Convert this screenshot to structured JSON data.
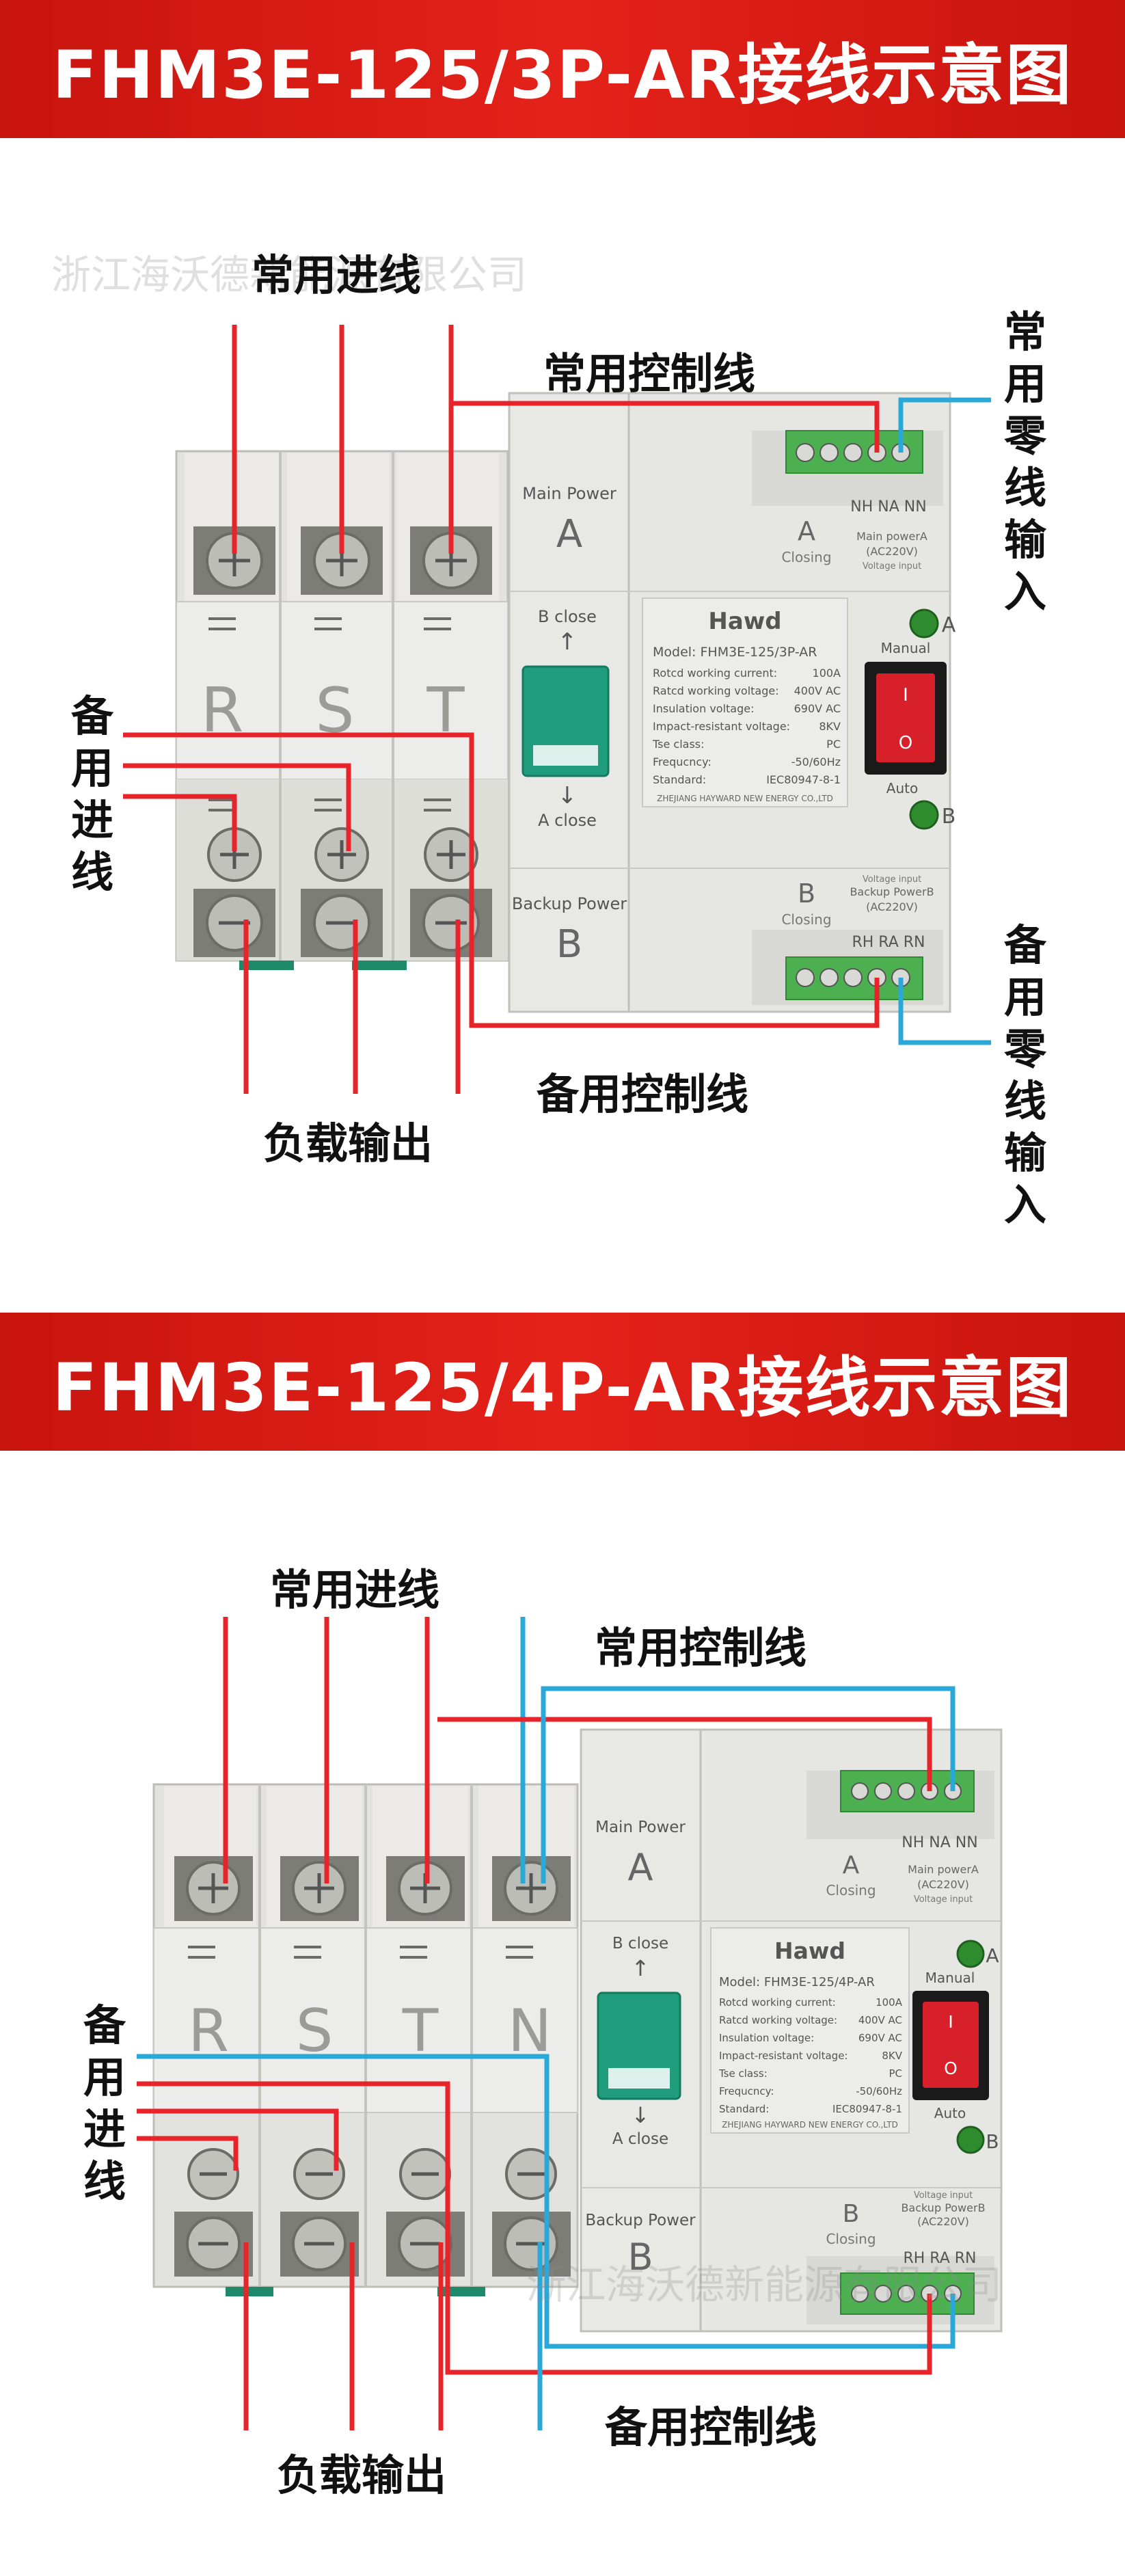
{
  "section1": {
    "title": "FHM3E-125/3P-AR接线示意图",
    "watermark": "浙江海沃德新能源有限公司",
    "labels": {
      "main_input": "常用进线",
      "main_control": "常用控制线",
      "main_neutral": "常用零线输入",
      "backup_input": "备用进线",
      "backup_neutral": "备用零线输入",
      "backup_control": "备用控制线",
      "load_output": "负载输出"
    },
    "phases": [
      "R",
      "S",
      "T"
    ],
    "device": {
      "main_power": "Main Power",
      "a": "A",
      "b": "B",
      "b_close": "B close",
      "a_close": "A close",
      "backup_power": "Backup Power",
      "closing": "Closing",
      "main_terminals": "NH NA NN",
      "main_terminal_note": "(AC220V)",
      "main_power_a": "Main powerA",
      "voltage_input": "Voltage input",
      "backup_power_b": "Backup PowerB",
      "backup_terminals": "RH RA RN",
      "brand": "Hawd",
      "model": "Model:  FHM3E-125/3P-AR",
      "spec_labels": [
        "Rotcd working current:",
        "Ratcd working voltage:",
        "Insulation voltage:",
        "Impact-resistant voltage:",
        "Tse class:",
        "Frequcncy:",
        "Standard:"
      ],
      "spec_values": [
        "100A",
        "400V AC",
        "690V AC",
        "8KV",
        "PC",
        "-50/60Hz",
        "IEC80947-8-1"
      ],
      "company": "ZHEJIANG HAYWARD NEW ENERGY CO.,LTD",
      "manual": "Manual",
      "auto": "Auto",
      "switch_i": "I",
      "switch_o": "O",
      "ind_a": "A",
      "ind_b": "B"
    }
  },
  "section2": {
    "title": "FHM3E-125/4P-AR接线示意图",
    "watermark": "浙江海沃德新能源有限公司",
    "labels": {
      "main_input": "常用进线",
      "main_control": "常用控制线",
      "backup_input": "备用进线",
      "backup_control": "备用控制线",
      "load_output": "负载输出"
    },
    "phases": [
      "R",
      "S",
      "T",
      "N"
    ],
    "device": {
      "main_power": "Main Power",
      "a": "A",
      "b": "B",
      "b_close": "B close",
      "a_close": "A close",
      "backup_power": "Backup Power",
      "closing": "Closing",
      "main_terminals": "NH NA NN",
      "main_terminal_note": "(AC220V)",
      "main_power_a": "Main powerA",
      "voltage_input": "Voltage input",
      "backup_power_b": "Backup PowerB",
      "backup_terminals": "RH RA RN",
      "brand": "Hawd",
      "model": "Model:  FHM3E-125/4P-AR",
      "spec_labels": [
        "Rotcd working current:",
        "Ratcd working voltage:",
        "Insulation voltage:",
        "Impact-resistant voltage:",
        "Tse class:",
        "Frequcncy:",
        "Standard:"
      ],
      "spec_values": [
        "100A",
        "400V AC",
        "690V AC",
        "8KV",
        "PC",
        "-50/60Hz",
        "IEC80947-8-1"
      ],
      "company": "ZHEJIANG HAYWARD NEW ENERGY CO.,LTD",
      "manual": "Manual",
      "auto": "Auto",
      "switch_i": "I",
      "switch_o": "O",
      "ind_a": "A",
      "ind_b": "B"
    }
  },
  "colors": {
    "banner": "#d81c14",
    "live_wire": "#e8242a",
    "neutral_wire": "#2aa8d8",
    "body": "#e4e4e1",
    "handle": "#1f9d7c",
    "terminal_block": "#4caf50",
    "red_switch": "#d8202a"
  }
}
